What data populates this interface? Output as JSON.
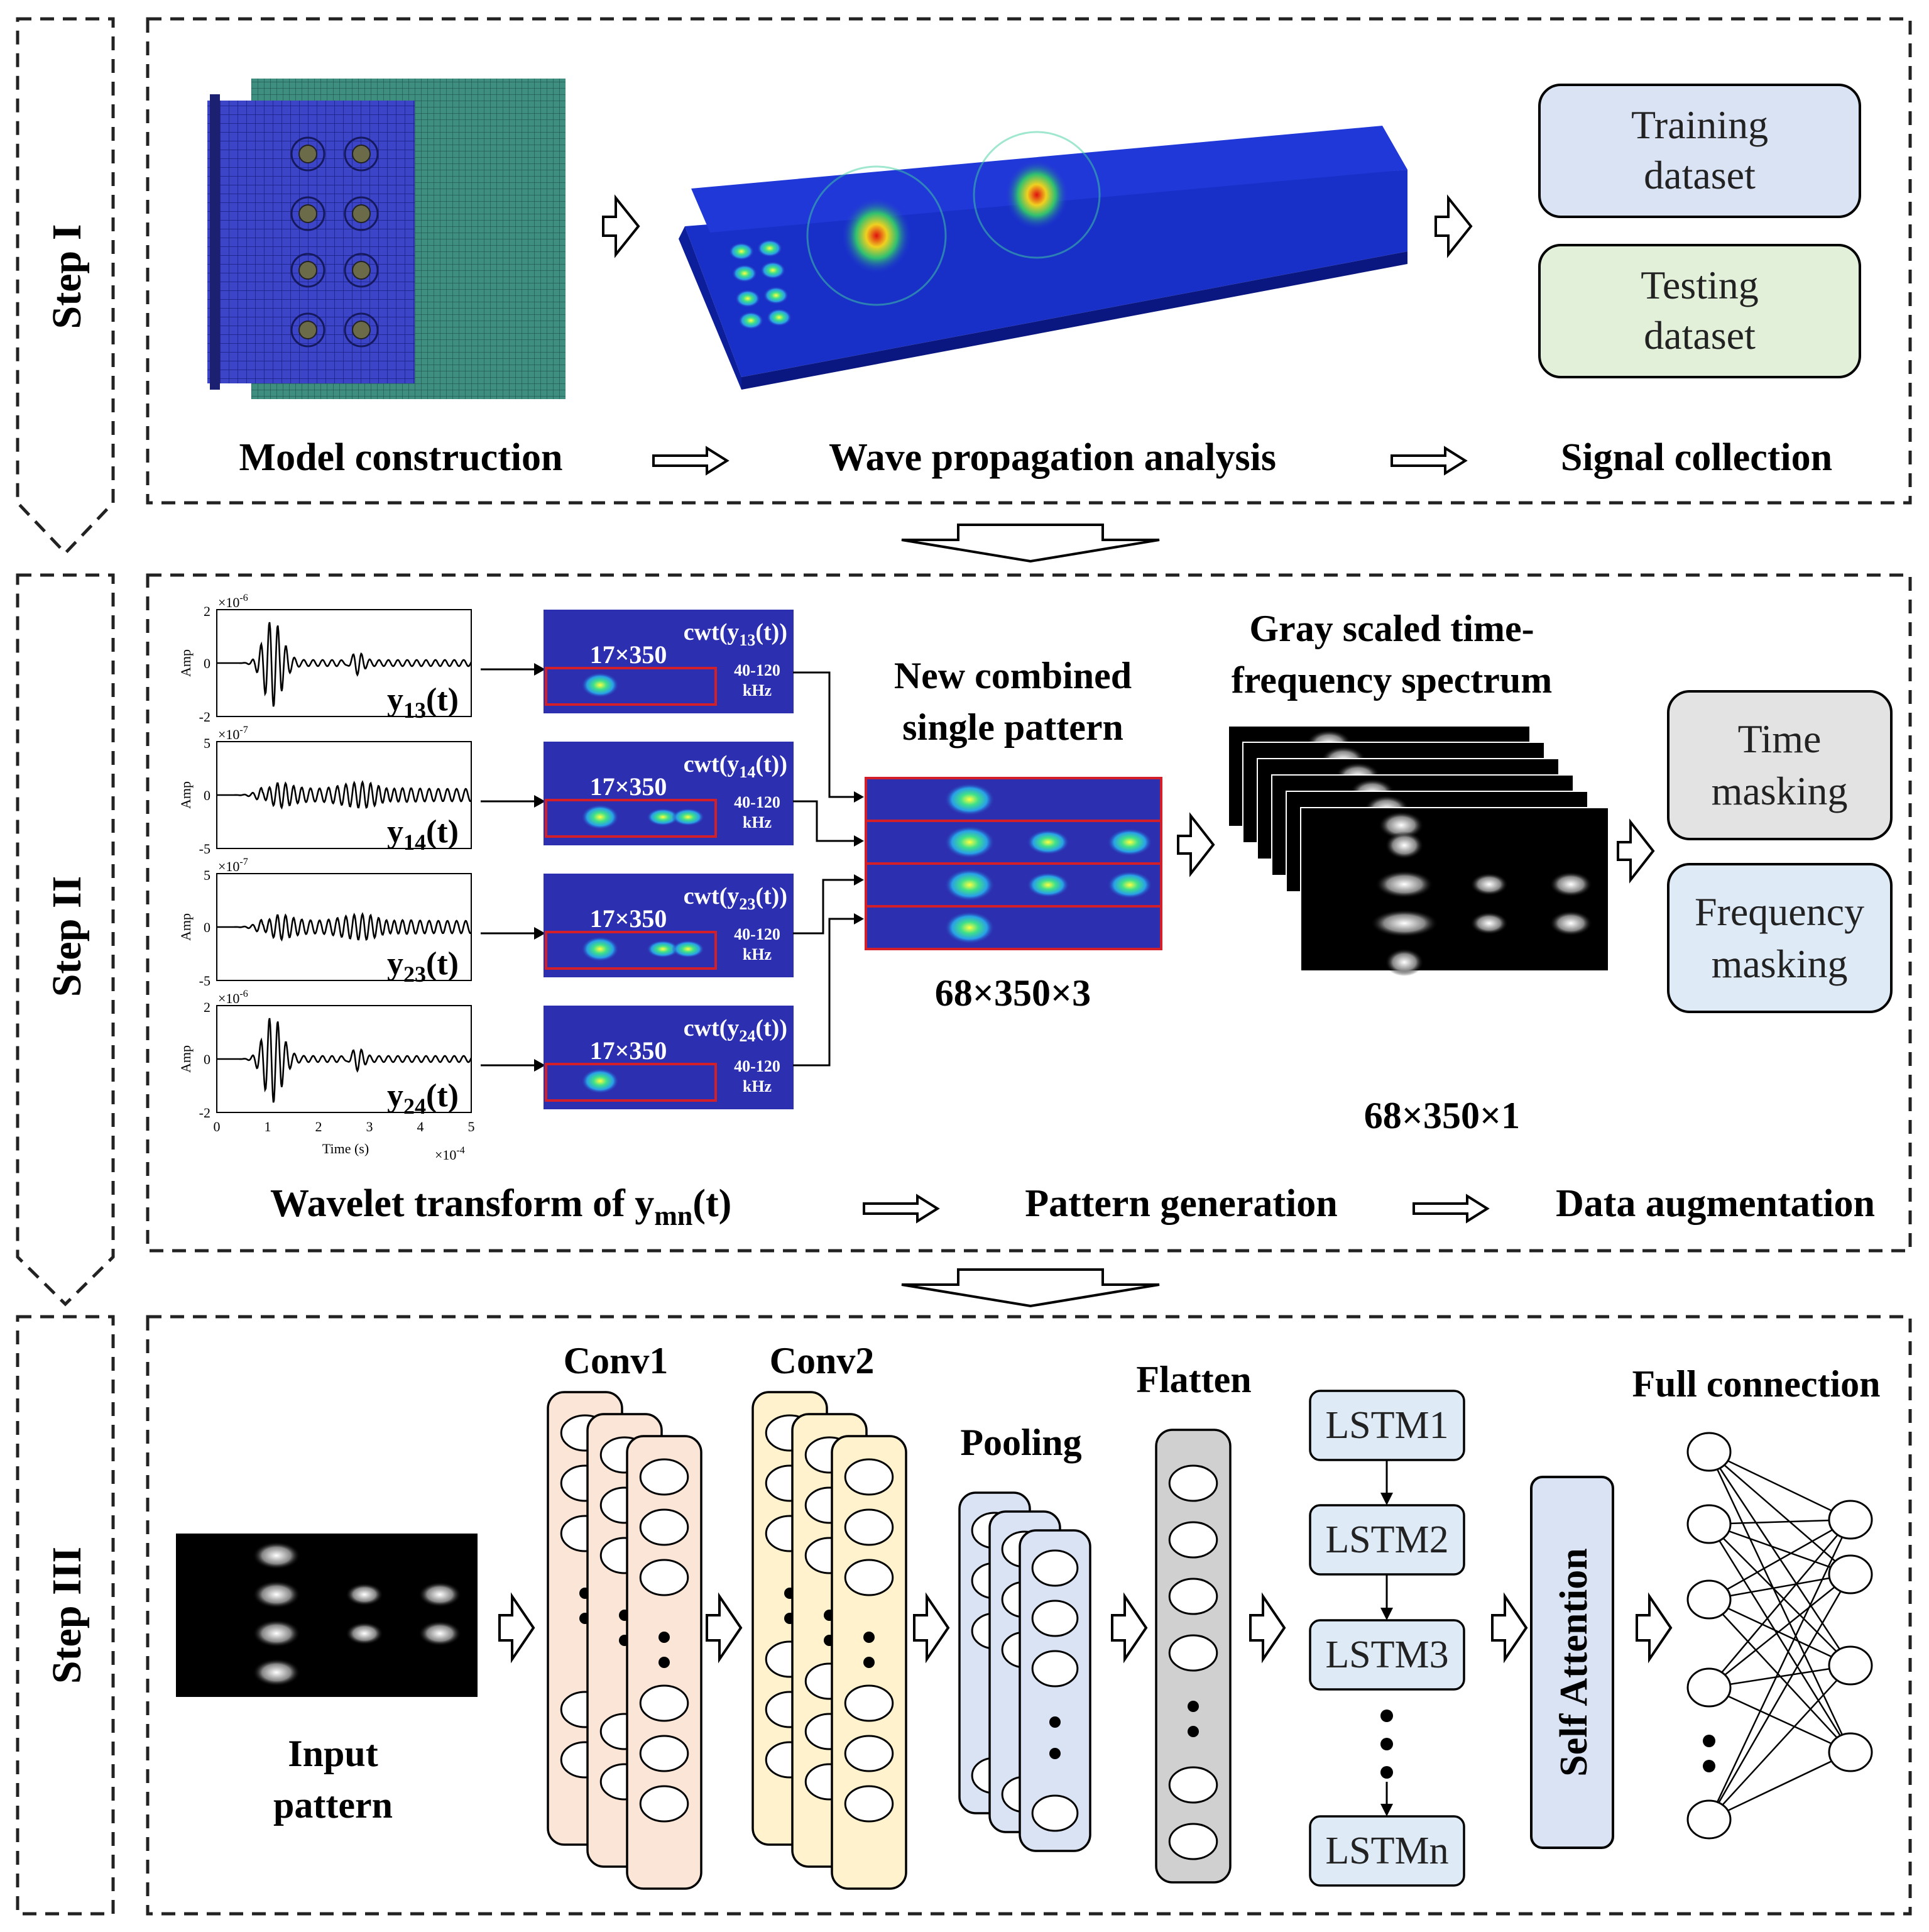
{
  "steps": {
    "step1": "Step I",
    "step2": "Step II",
    "step3": "Step III"
  },
  "step1": {
    "model_construction": "Model construction",
    "wave_propagation": "Wave propagation analysis",
    "signal_collection": "Signal collection",
    "training_line1": "Training",
    "training_line2": "dataset",
    "testing_line1": "Testing",
    "testing_line2": "dataset"
  },
  "step2": {
    "signals": [
      {
        "label_main": "y",
        "label_sub": "13",
        "label_tail": "(t)",
        "cwt_main": "cwt(y",
        "cwt_sub": "13",
        "cwt_tail": "(t))",
        "exp": "-6",
        "ymax": "2",
        "ymin": "-2"
      },
      {
        "label_main": "y",
        "label_sub": "14",
        "label_tail": "(t)",
        "cwt_main": "cwt(y",
        "cwt_sub": "14",
        "cwt_tail": "(t))",
        "exp": "-7",
        "ymax": "5",
        "ymin": "-5"
      },
      {
        "label_main": "y",
        "label_sub": "23",
        "label_tail": "(t)",
        "cwt_main": "cwt(y",
        "cwt_sub": "23",
        "cwt_tail": "(t))",
        "exp": "-7",
        "ymax": "5",
        "ymin": "-5"
      },
      {
        "label_main": "y",
        "label_sub": "24",
        "label_tail": "(t)",
        "cwt_main": "cwt(y",
        "cwt_sub": "24",
        "cwt_tail": "(t))",
        "exp": "-6",
        "ymax": "2",
        "ymin": "-2"
      }
    ],
    "amp_label": "Amp",
    "time_label": "Time (s)",
    "time_exp": "-4",
    "time_ticks": [
      "0",
      "1",
      "2",
      "3",
      "4",
      "5"
    ],
    "x10": "×10",
    "zero": "0",
    "size_label": "17×350",
    "band_line1": "40-120",
    "band_line2": "kHz",
    "combined_line1": "New combined",
    "combined_line2": "single pattern",
    "combined_size": "68×350×3",
    "gray_line1": "Gray scaled time-",
    "gray_line2": "frequency spectrum",
    "gray_size": "68×350×1",
    "time_mask_line1": "Time",
    "time_mask_line2": "masking",
    "freq_mask_line1": "Frequency",
    "freq_mask_line2": "masking",
    "wavelet_main": "Wavelet transform of y",
    "wavelet_sub": "mn",
    "wavelet_tail": "(t)",
    "pattern_generation": "Pattern generation",
    "data_augmentation": "Data augmentation"
  },
  "step3": {
    "input_line1": "Input",
    "input_line2": "pattern",
    "conv1": "Conv1",
    "conv2": "Conv2",
    "pooling": "Pooling",
    "flatten": "Flatten",
    "lstm": [
      "LSTM1",
      "LSTM2",
      "LSTM3",
      "LSTMn"
    ],
    "self_attention": "Self Attention",
    "full_connection": "Full connection"
  },
  "colors": {
    "training_fill": "#dae3f3",
    "testing_fill": "#e2f0d9",
    "time_mask_fill": "#e3e3e3",
    "freq_mask_fill": "#deebf7",
    "conv1_fill": "#fbe5d6",
    "conv2_fill": "#fff2cc",
    "pooling_fill": "#dae3f3",
    "flatten_fill": "#d0d0d0",
    "lstm_fill": "#deebf7",
    "attention_fill": "#dae3f3",
    "cwt_blue": "#2b2fb0",
    "highlight_red": "#d21f2a"
  }
}
